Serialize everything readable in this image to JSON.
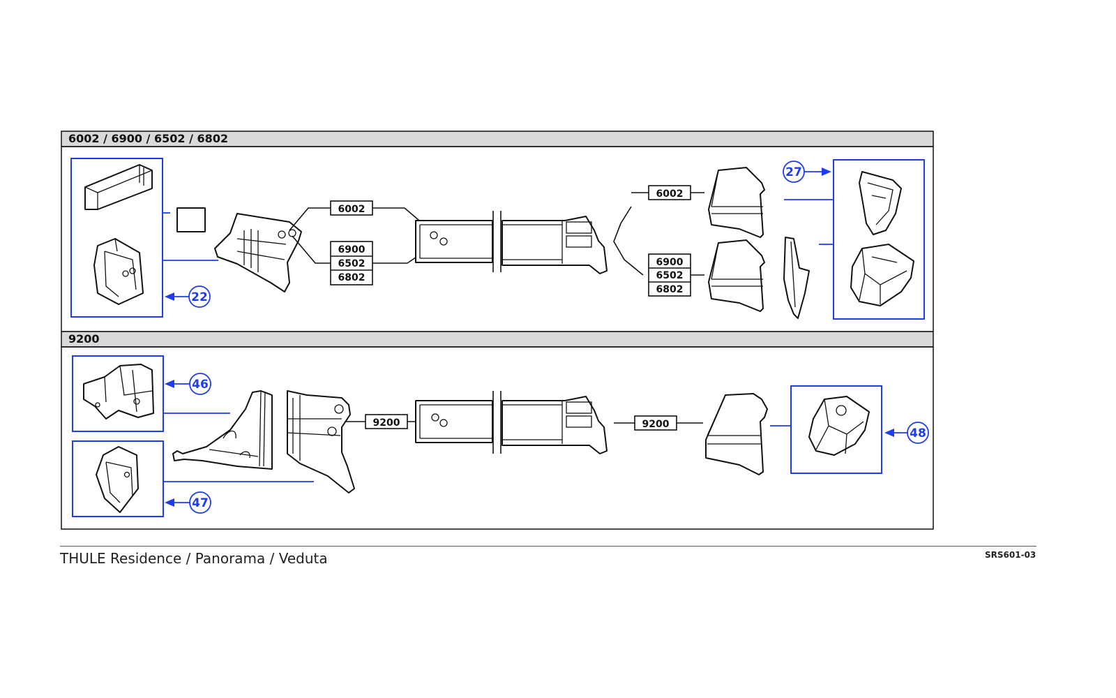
{
  "sections": [
    {
      "header": "6002 / 6900 / 6502 / 6802"
    },
    {
      "header": "9200"
    }
  ],
  "labels": {
    "top_left_single": "6002",
    "top_left_stack": [
      "6900",
      "6502",
      "6802"
    ],
    "top_right_single": "6002",
    "top_right_stack": [
      "6900",
      "6502",
      "6802"
    ],
    "bottom_left": "9200",
    "bottom_right": "9200"
  },
  "callouts": {
    "c22": "22",
    "c27": "27",
    "c46": "46",
    "c47": "47",
    "c48": "48"
  },
  "footer": {
    "title": "THULE Residence / Panorama / Veduta",
    "code": "SRS601-03"
  },
  "colors": {
    "callout_blue": "#1e3cf0",
    "header_gray": "#d9d9d9"
  }
}
